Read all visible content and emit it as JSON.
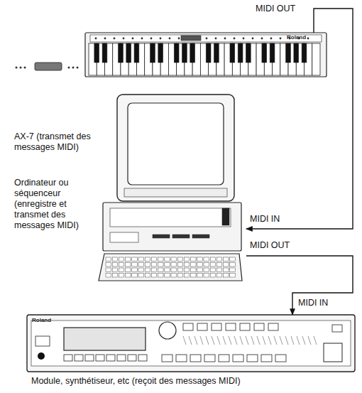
{
  "diagram": {
    "nodes": [
      {
        "text": [
          "AX-7 (transmet des messages MIDI)"
        ]
      },
      {
        "text": [
          "Ordinateur ou séquenceur (enregistre et transmet des messages MIDI)"
        ]
      },
      {
        "text": [
          "Module, synthétiseur, etc (reçoit des messages MIDI)"
        ]
      }
    ],
    "edges": [
      {
        "from": 0,
        "to": 1,
        "arrow": "to"
      },
      {
        "from": 1,
        "to": 2,
        "arrow": "to"
      }
    ],
    "labels": [
      "MIDI OUT",
      "MIDI IN",
      "MIDI OUT",
      "MIDI IN",
      "Roland",
      "Roland"
    ]
  }
}
